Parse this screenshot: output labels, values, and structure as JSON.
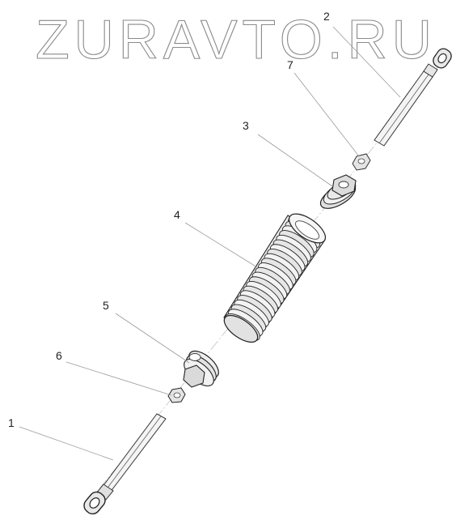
{
  "watermark": {
    "text": "ZURAVTO.RU"
  },
  "callouts": [
    {
      "id": "1",
      "label": "1"
    },
    {
      "id": "2",
      "label": "2"
    },
    {
      "id": "3",
      "label": "3"
    },
    {
      "id": "4",
      "label": "4"
    },
    {
      "id": "5",
      "label": "5"
    },
    {
      "id": "6",
      "label": "6"
    },
    {
      "id": "7",
      "label": "7"
    }
  ]
}
